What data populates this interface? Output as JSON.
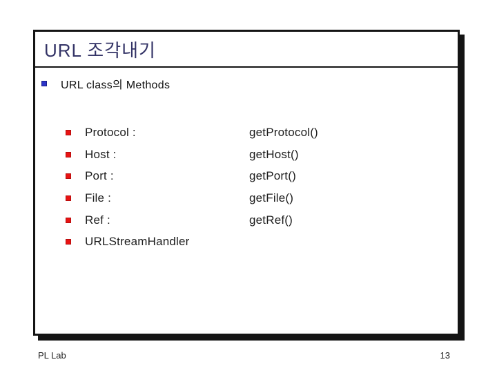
{
  "slide": {
    "title": "URL 조각내기",
    "lead_bullet": "URL class의 Methods",
    "methods": [
      {
        "label": "Protocol :",
        "method": "getProtocol()"
      },
      {
        "label": "Host :",
        "method": "getHost()"
      },
      {
        "label": "Port :",
        "method": "getPort()"
      },
      {
        "label": "File :",
        "method": "getFile()"
      },
      {
        "label": "Ref :",
        "method": "getRef()"
      },
      {
        "label": "URLStreamHandler",
        "method": ""
      }
    ]
  },
  "footer": {
    "left_text": "PL Lab",
    "page_number": "13"
  },
  "colors": {
    "title_text": "#333366",
    "level1_bullet": "#2d35c8",
    "level2_bullet": "#e81313",
    "border_and_shadow": "#141414",
    "body_text": "#1c1c1c",
    "background": "#ffffff"
  }
}
